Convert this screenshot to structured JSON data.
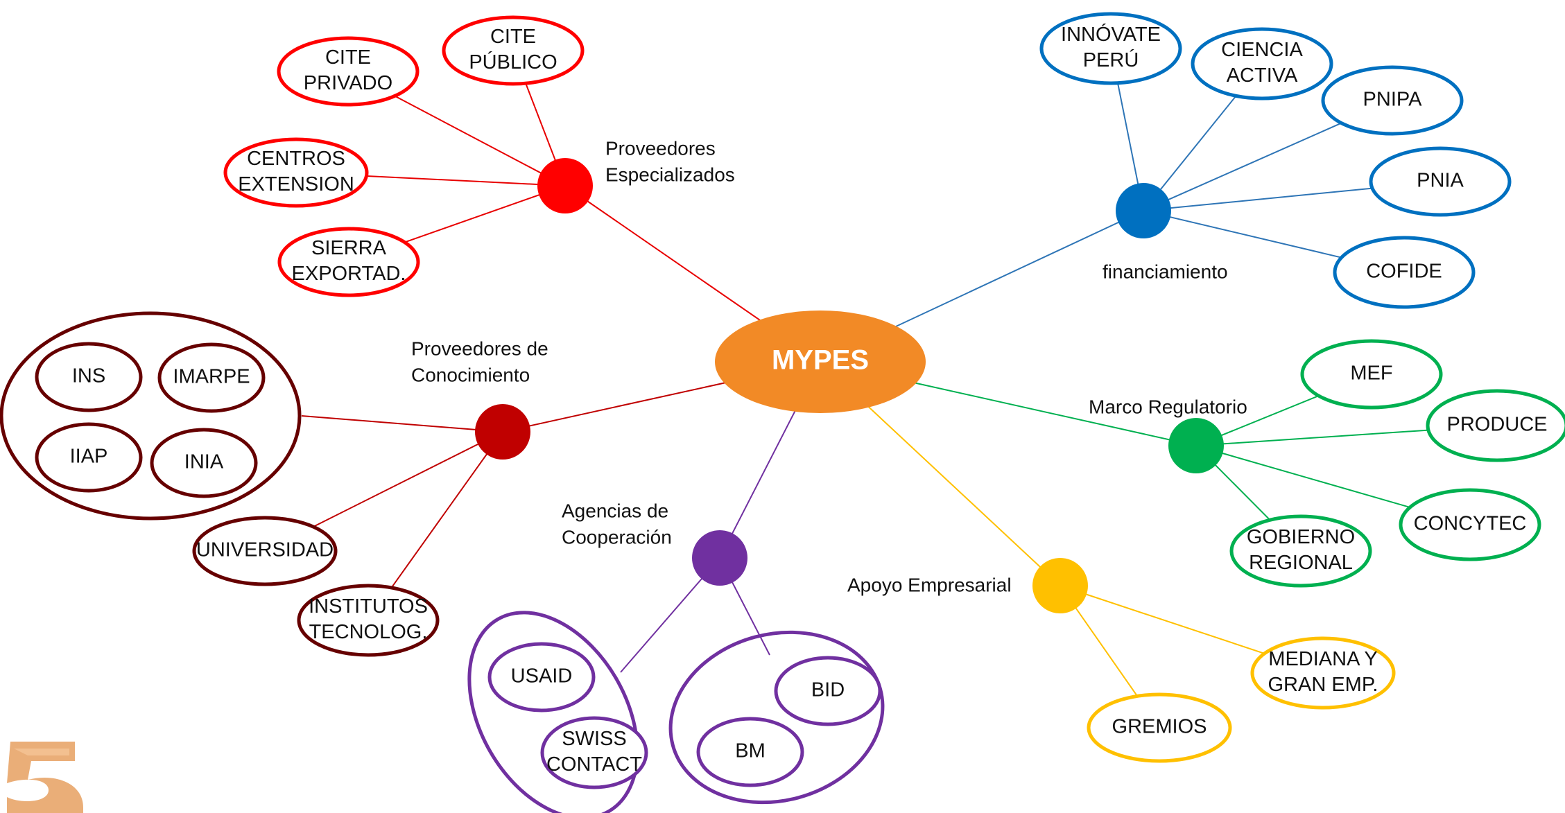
{
  "center": {
    "label": "MYPES",
    "color": "#f28a26"
  },
  "branches": [
    {
      "key": "proveedores-especializados",
      "label": [
        "Proveedores",
        "Especializados"
      ],
      "color": "#ff0000",
      "line_color": "#e80000",
      "nodes": [
        {
          "key": "cite-privado",
          "text": [
            "CITE",
            "PRIVADO"
          ]
        },
        {
          "key": "cite-publico",
          "text": [
            "CITE",
            "PÚBLICO"
          ]
        },
        {
          "key": "centros-extension",
          "text": [
            "CENTROS",
            "EXTENSION"
          ]
        },
        {
          "key": "sierra-exportad",
          "text": [
            "SIERRA",
            "EXPORTAD."
          ]
        }
      ]
    },
    {
      "key": "proveedores-conocimiento",
      "label": [
        "Proveedores de",
        "Conocimiento"
      ],
      "color": "#c00000",
      "line_color": "#c00000",
      "outline": "#660000",
      "nodes": [
        {
          "key": "ins",
          "text": [
            "INS"
          ]
        },
        {
          "key": "imarpe",
          "text": [
            "IMARPE"
          ]
        },
        {
          "key": "iiap",
          "text": [
            "IIAP"
          ]
        },
        {
          "key": "inia",
          "text": [
            "INIA"
          ]
        },
        {
          "key": "universidad",
          "text": [
            "UNIVERSIDAD"
          ]
        },
        {
          "key": "institutos-tecnolog",
          "text": [
            "INSTITUTOS",
            "TECNOLOG."
          ]
        }
      ]
    },
    {
      "key": "agencias-cooperacion",
      "label": [
        "Agencias de",
        "Cooperación"
      ],
      "color": "#7030a0",
      "line_color": "#7030a0",
      "nodes": [
        {
          "key": "usaid",
          "text": [
            "USAID"
          ]
        },
        {
          "key": "swiss-contact",
          "text": [
            "SWISS",
            "CONTACT"
          ]
        },
        {
          "key": "bid",
          "text": [
            "BID"
          ]
        },
        {
          "key": "bm",
          "text": [
            "BM"
          ]
        }
      ]
    },
    {
      "key": "apoyo-empresarial",
      "label": [
        "Apoyo Empresarial"
      ],
      "color": "#ffc000",
      "line_color": "#ffc000",
      "nodes": [
        {
          "key": "mediana-gran-emp",
          "text": [
            "MEDIANA Y",
            "GRAN EMP."
          ]
        },
        {
          "key": "gremios",
          "text": [
            "GREMIOS"
          ]
        }
      ]
    },
    {
      "key": "marco-regulatorio",
      "label": [
        "Marco Regulatorio"
      ],
      "color": "#00b050",
      "line_color": "#00b050",
      "nodes": [
        {
          "key": "mef",
          "text": [
            "MEF"
          ]
        },
        {
          "key": "produce",
          "text": [
            "PRODUCE"
          ]
        },
        {
          "key": "concytec",
          "text": [
            "CONCYTEC"
          ]
        },
        {
          "key": "gobierno-regional",
          "text": [
            "GOBIERNO",
            "REGIONAL"
          ]
        }
      ]
    },
    {
      "key": "financiamiento",
      "label": [
        "financiamiento"
      ],
      "color": "#0070c0",
      "line_color": "#2e75b6",
      "nodes": [
        {
          "key": "innovate-peru",
          "text": [
            "INNÓVATE",
            "PERÚ"
          ]
        },
        {
          "key": "ciencia-activa",
          "text": [
            "CIENCIA",
            "ACTIVA"
          ]
        },
        {
          "key": "pnipa",
          "text": [
            "PNIPA"
          ]
        },
        {
          "key": "pnia",
          "text": [
            "PNIA"
          ]
        },
        {
          "key": "cofide",
          "text": [
            "COFIDE"
          ]
        }
      ]
    }
  ]
}
